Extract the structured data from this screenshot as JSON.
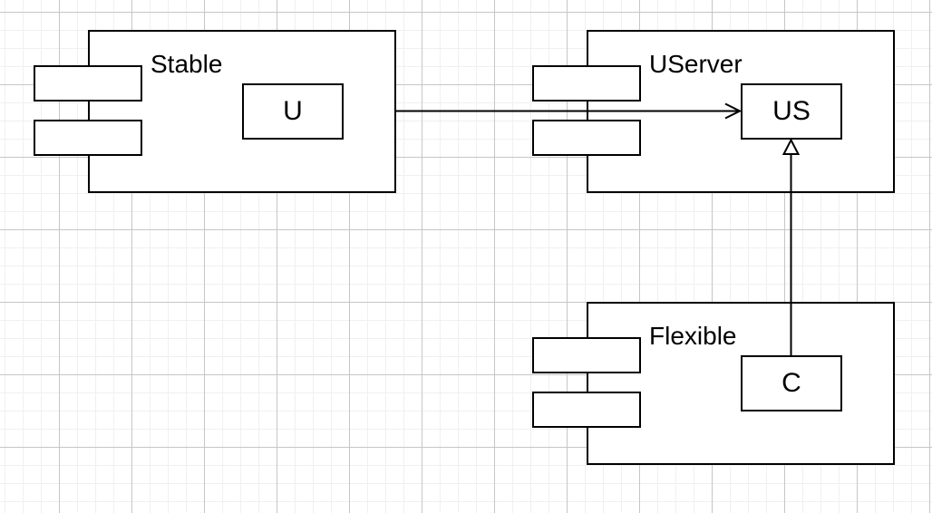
{
  "app": {
    "kind": "uml-component-diagram-canvas"
  },
  "colors": {
    "stroke": "#000000",
    "shape_fill": "#ffffff",
    "background": "#ffffff",
    "grid_minor": "#f0f0f0",
    "grid_major": "#c6c6c6"
  },
  "diagram": {
    "type": "uml-component-diagram",
    "components": [
      {
        "name": "Stable",
        "inner_class": "U",
        "ports": 2
      },
      {
        "name": "UServer",
        "inner_class": "US",
        "ports": 2
      },
      {
        "name": "Flexible",
        "inner_class": "C",
        "ports": 2
      }
    ],
    "edges": [
      {
        "from": "U",
        "to": "US",
        "type": "directed-association",
        "arrowhead": "open"
      },
      {
        "from": "C",
        "to": "US",
        "type": "generalization",
        "arrowhead": "hollow-triangle"
      }
    ]
  }
}
